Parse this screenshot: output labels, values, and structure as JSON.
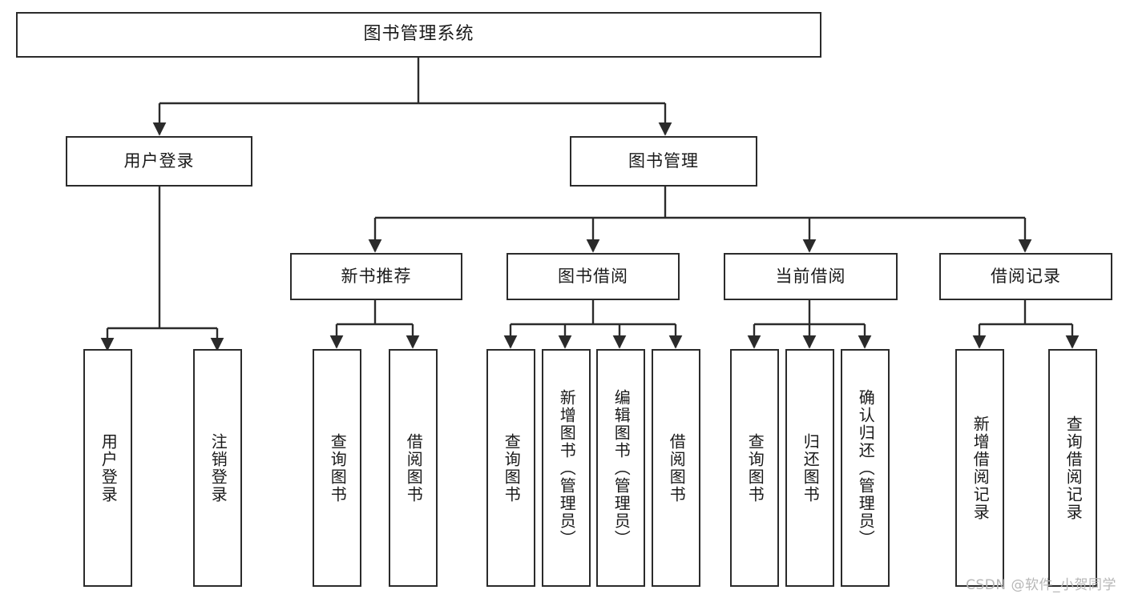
{
  "diagram": {
    "type": "tree",
    "title": "图书管理系统",
    "root": {
      "label": "图书管理系统"
    },
    "level2": [
      {
        "label": "用户登录"
      },
      {
        "label": "图书管理"
      }
    ],
    "level3": [
      {
        "label": "新书推荐"
      },
      {
        "label": "图书借阅"
      },
      {
        "label": "当前借阅"
      },
      {
        "label": "借阅记录"
      }
    ],
    "leaves": [
      {
        "label": "用户登录"
      },
      {
        "label": "注销登录"
      },
      {
        "label": "查询图书"
      },
      {
        "label": "借阅图书"
      },
      {
        "label": "查询图书"
      },
      {
        "label": "新增图书（管理员）"
      },
      {
        "label": "编辑图书（管理员）"
      },
      {
        "label": "借阅图书"
      },
      {
        "label": "查询图书"
      },
      {
        "label": "归还图书"
      },
      {
        "label": "确认归还（管理员）"
      },
      {
        "label": "新增借阅记录"
      },
      {
        "label": "查询借阅记录"
      }
    ]
  },
  "watermark": {
    "text": "CSDN @软件_小贺同学"
  },
  "colors": {
    "stroke": "#2b2b2b",
    "background": "#ffffff",
    "text": "#1a1a1a",
    "watermark": "#b7b7b7"
  }
}
